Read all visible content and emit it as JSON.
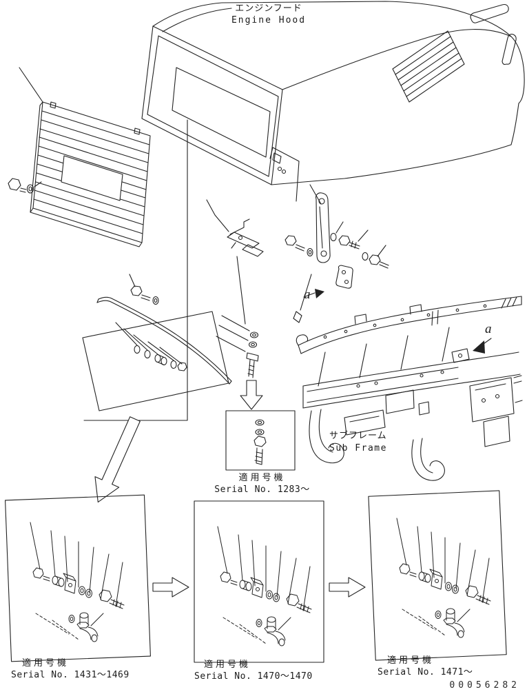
{
  "diagram": {
    "title": {
      "jp": "エンジンフード",
      "en": "Engine Hood"
    },
    "sub_frame_label": {
      "jp": "サブフレーム",
      "en": "Sub Frame"
    },
    "view_labels": {
      "a_upper": "a",
      "a_lower": "a"
    },
    "detail_center": {
      "applicable_jp": "適用号機",
      "serial_en": "Serial No. 1283～"
    },
    "detail_left": {
      "applicable_jp": "適用号機",
      "serial_en": "Serial No. 1431～1469"
    },
    "detail_middle": {
      "applicable_jp": "適用号機",
      "serial_en": "Serial No. 1470～1470"
    },
    "detail_right": {
      "applicable_jp": "適用号機",
      "serial_en": "Serial No. 1471～"
    },
    "drawing_number": "00056282",
    "colors": {
      "line": "#222222",
      "background": "#ffffff"
    }
  }
}
